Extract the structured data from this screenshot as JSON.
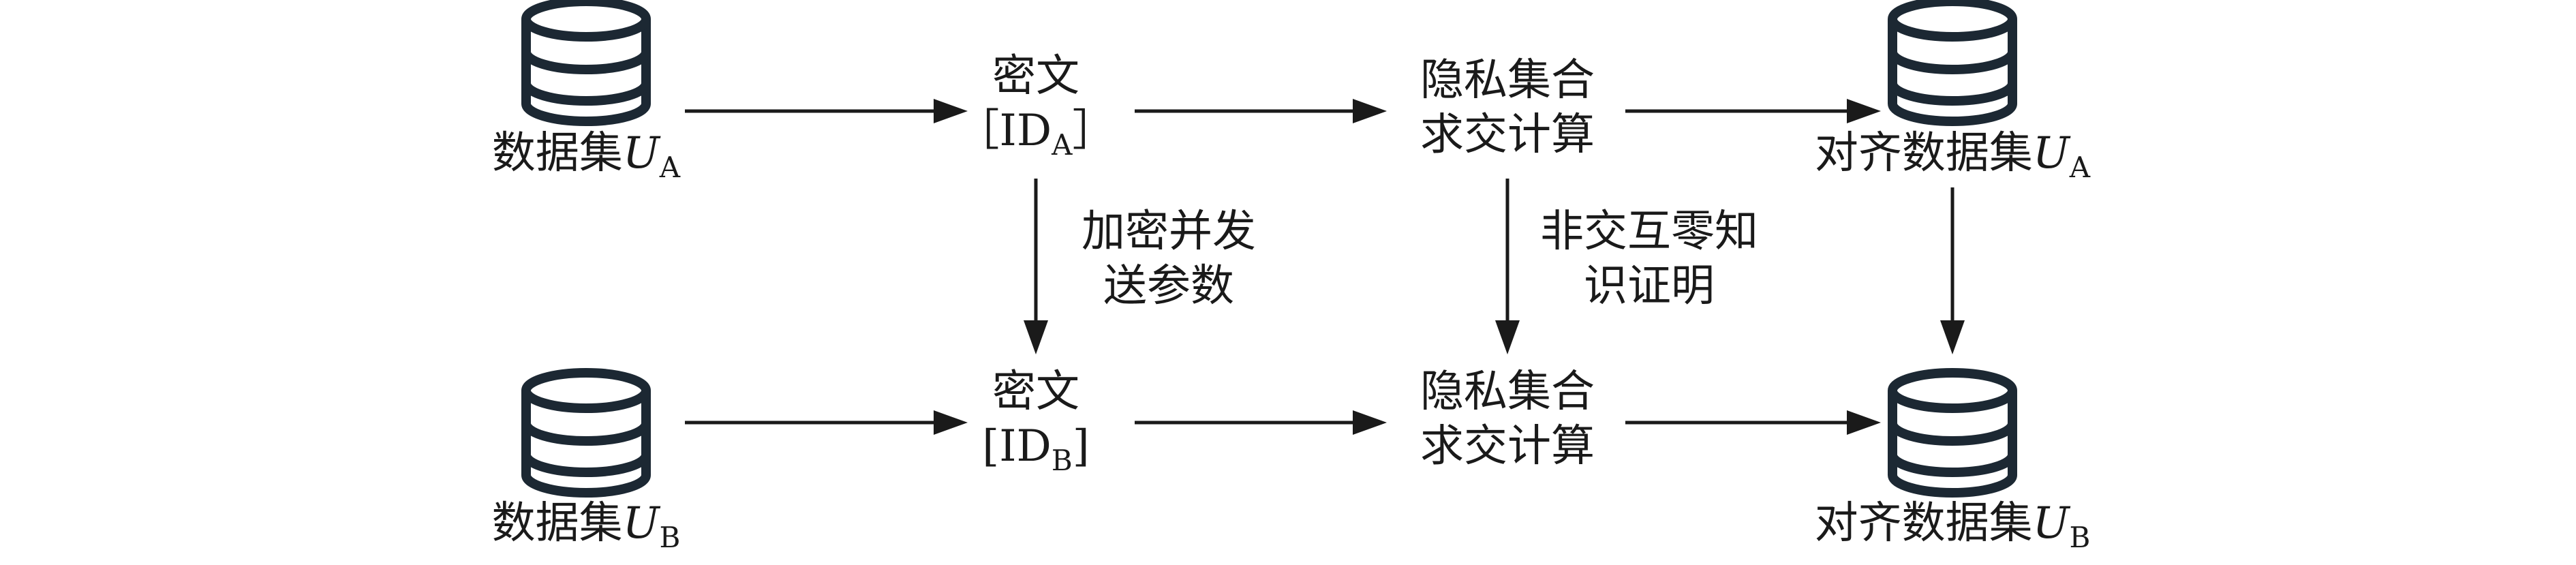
{
  "datasets": {
    "a": {
      "prefix": "数据集",
      "var": "U",
      "sub": "A"
    },
    "b": {
      "prefix": "数据集",
      "var": "U",
      "sub": "B"
    }
  },
  "ciphertext": {
    "a": {
      "line1": "密文",
      "open": "［",
      "id": "ID",
      "sub": "A",
      "close": "］"
    },
    "b": {
      "line1": "密文",
      "open": "[",
      "id": "ID",
      "sub": "B",
      "close": "]"
    }
  },
  "psi": {
    "a": {
      "line1": "隐私集合",
      "line2": "求交计算"
    },
    "b": {
      "line1": "隐私集合",
      "line2": "求交计算"
    }
  },
  "aligned": {
    "a": {
      "prefix": "对齐数据集",
      "var": "U",
      "sub": "A"
    },
    "b": {
      "prefix": "对齐数据集",
      "var": "U",
      "sub": "B"
    }
  },
  "edges": {
    "encrypt": {
      "line1": "加密并发",
      "line2": "送参数"
    },
    "zkp": {
      "line1": "非交互零知",
      "line2": "识证明"
    }
  },
  "colors": {
    "stroke": "#1a1a1a",
    "db_stroke": "#1c2833"
  },
  "icons": [
    "database-icon"
  ]
}
